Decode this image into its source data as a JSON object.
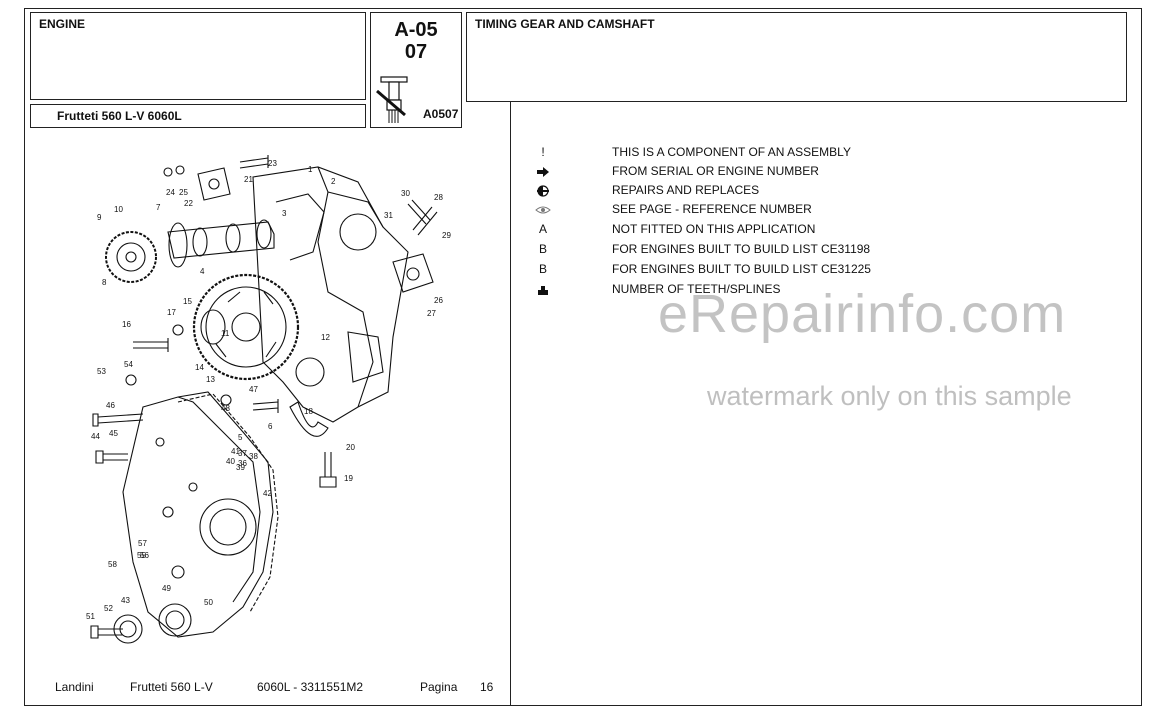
{
  "header": {
    "section": "ENGINE",
    "model": "Frutteti 560 L-V  6060L",
    "code_main": "A-05",
    "code_sub": "07",
    "code_ref": "A0507",
    "title": "TIMING GEAR AND CAMSHAFT"
  },
  "legend": [
    {
      "icon": "exclamation-icon",
      "symbol": "!",
      "text": "THIS IS A COMPONENT OF AN ASSEMBLY"
    },
    {
      "icon": "arrow-right-icon",
      "symbol": "",
      "text": "FROM SERIAL OR ENGINE NUMBER"
    },
    {
      "icon": "half-circle-icon",
      "symbol": "",
      "text": "REPAIRS AND REPLACES"
    },
    {
      "icon": "eye-arrow-icon",
      "symbol": "",
      "text": "SEE PAGE - REFERENCE NUMBER"
    },
    {
      "icon": "letter-a-icon",
      "symbol": "A",
      "text": "NOT FITTED ON THIS APPLICATION"
    },
    {
      "icon": "letter-b-icon",
      "symbol": "B",
      "text": "FOR ENGINES BUILT TO BUILD LIST CE31198"
    },
    {
      "icon": "letter-b-icon",
      "symbol": "B",
      "text": "FOR ENGINES BUILT TO BUILD LIST CE31225"
    },
    {
      "icon": "tooth-icon",
      "symbol": "",
      "text": "NUMBER OF TEETH/SPLINES"
    }
  ],
  "diagram": {
    "callouts": [
      "1",
      "2",
      "3",
      "4",
      "5",
      "6",
      "7",
      "8",
      "9",
      "10",
      "11",
      "12",
      "13",
      "14",
      "15",
      "16",
      "17",
      "18",
      "19",
      "20",
      "21",
      "22",
      "23",
      "24",
      "25",
      "26",
      "27",
      "28",
      "29",
      "30",
      "31",
      "36",
      "37",
      "38",
      "39",
      "40",
      "41",
      "42",
      "43",
      "44",
      "45",
      "46",
      "47",
      "48",
      "49",
      "50",
      "51",
      "52",
      "53",
      "54",
      "55",
      "56",
      "57",
      "58"
    ]
  },
  "footer": {
    "brand": "Landini",
    "model": "Frutteti 560 L-V",
    "code": "6060L - 3311551M2",
    "page_label": "Pagina",
    "page_number": "16"
  },
  "watermark": {
    "main": "eRepairinfo.com",
    "sub": "watermark only on this sample"
  }
}
